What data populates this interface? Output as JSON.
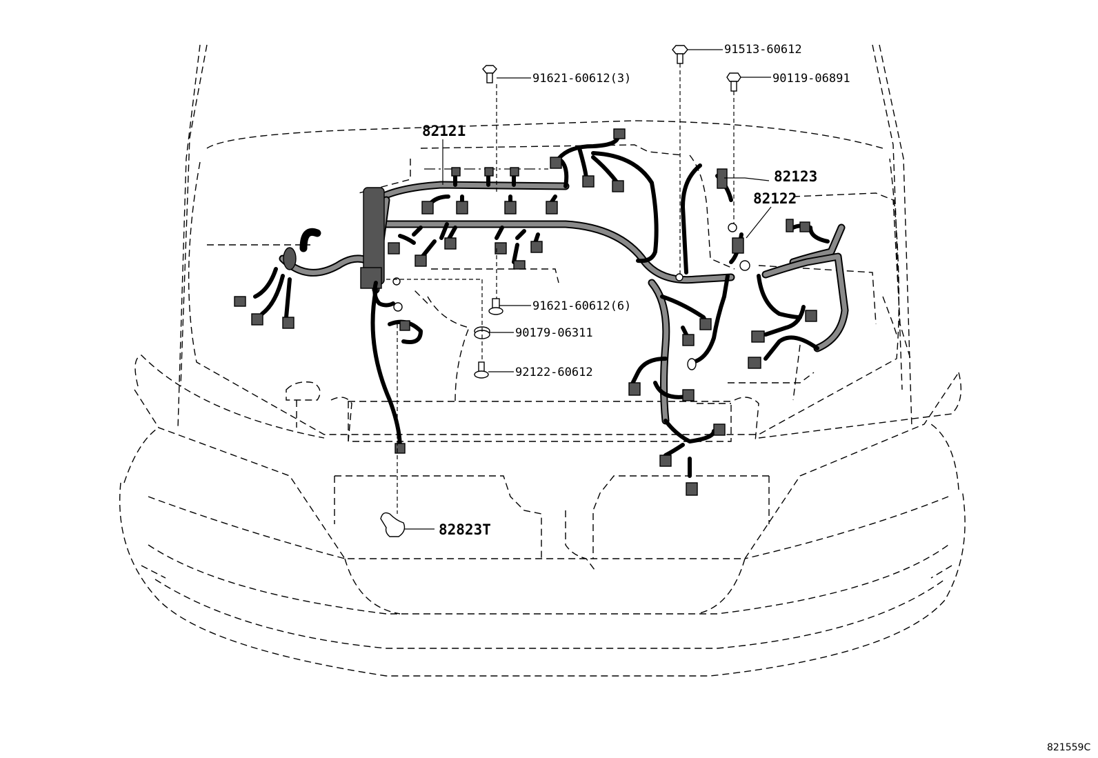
{
  "parts": {
    "p82121": "82121",
    "p82123": "82123",
    "p82122": "82122",
    "p82823T": "82823T",
    "p91513": "91513-60612",
    "p91621_3": "91621-60612(3)",
    "p90119": "90119-06891",
    "p91621_6": "91621-60612(6)",
    "p90179": "90179-06311",
    "p92122": "92122-60612"
  },
  "figure_code": "821559C",
  "colors": {
    "line": "#000000",
    "harness_fill": "#8a8a8a",
    "background": "#ffffff"
  }
}
